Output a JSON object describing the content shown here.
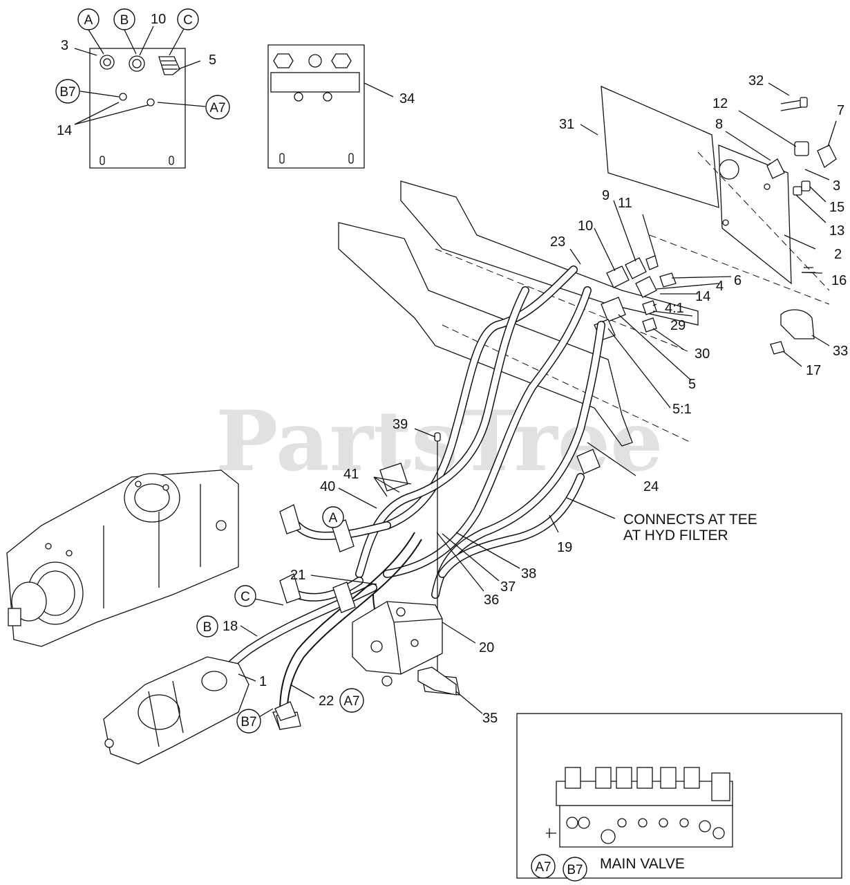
{
  "watermark": "PartsTree",
  "callouts": [
    {
      "id": "A"
    },
    {
      "id": "B"
    },
    {
      "id": "C"
    },
    {
      "id": "B7"
    },
    {
      "id": "A7"
    },
    {
      "id": "A"
    },
    {
      "id": "C"
    },
    {
      "id": "B"
    },
    {
      "id": "B7"
    },
    {
      "id": "A7"
    },
    {
      "id": "A7"
    },
    {
      "id": "B7"
    }
  ],
  "labels": {
    "l3a": "3",
    "l10a": "10",
    "l5a": "5",
    "l14a": "14",
    "l34": "34",
    "l32": "32",
    "l12": "12",
    "l7": "7",
    "l8": "8",
    "l31": "31",
    "l3b": "3",
    "l15": "15",
    "l13": "13",
    "l11": "11",
    "l9": "9",
    "l10b": "10",
    "l23": "23",
    "l2": "2",
    "l6": "6",
    "l4": "4",
    "l16": "16",
    "l14b": "14",
    "l41": "4:1",
    "l29": "29",
    "l30": "30",
    "l33": "33",
    "l17": "17",
    "l5b": "5",
    "l51": "5:1",
    "l39": "39",
    "l24": "24",
    "l41b": "41",
    "l40": "40",
    "l19": "19",
    "l38": "38",
    "l21": "21",
    "l37": "37",
    "l36": "36",
    "l18": "18",
    "l20": "20",
    "l1": "1",
    "l22": "22",
    "l35": "35"
  },
  "notes": {
    "connects_line1": "CONNECTS AT TEE",
    "connects_line2": "AT HYD FILTER",
    "main_valve": "MAIN VALVE"
  }
}
